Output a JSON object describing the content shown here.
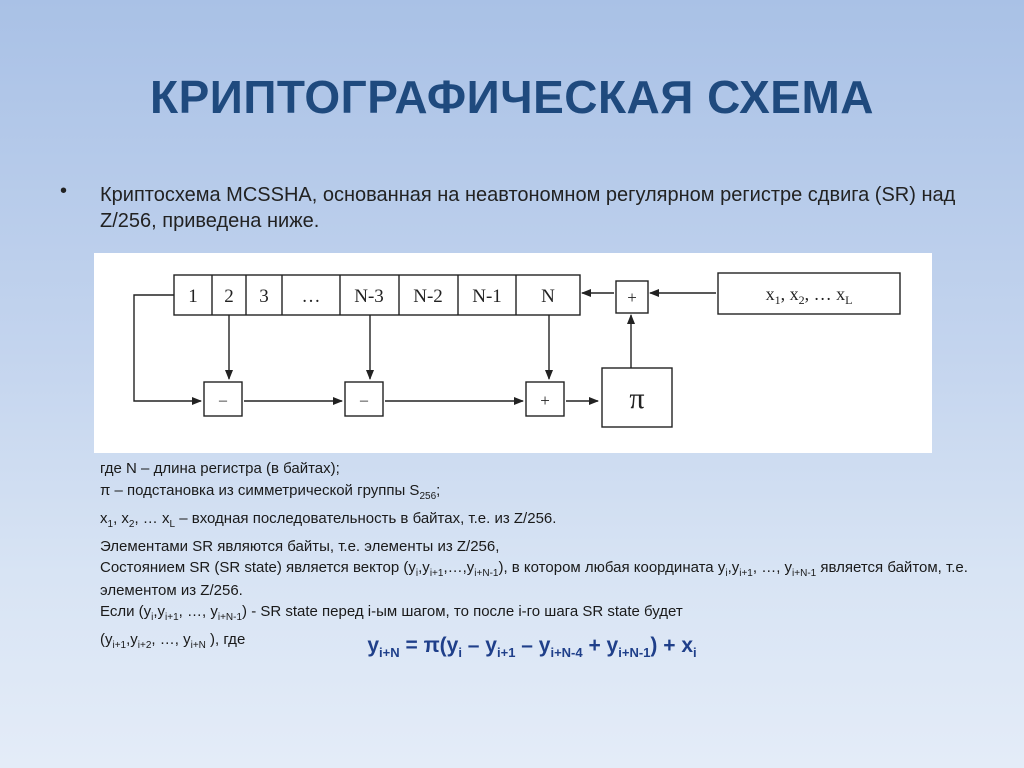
{
  "title": "КРИПТОГРАФИЧЕСКАЯ СХЕМА",
  "bullet": {
    "marker": "•",
    "text": "Криптосхема MCSSHA, основанная на неавтономном регулярном регистре сдвига (SR) над Z/256, приведена ниже."
  },
  "diagram": {
    "register_cells": [
      "1",
      "2",
      "3",
      "…",
      "N-3",
      "N-2",
      "N-1",
      "N"
    ],
    "op_minus_1": "–",
    "op_minus_2": "–",
    "op_plus_bottom": "+",
    "op_plus_top": "+",
    "pi_box": "π",
    "input": {
      "x1": "x",
      "s1": "1",
      "x2": "x",
      "s2": "2",
      "dots": "…",
      "xL": "x",
      "sL": "L"
    }
  },
  "notes": {
    "line1": "где N – длина регистра (в байтах);",
    "line2_a": "π – подстановка из симметрической группы S",
    "line2_sub": "256",
    "line2_b": ";",
    "line3_x": "x",
    "line3_s1": "1",
    "line3_s2": "2",
    "line3_sL": "L",
    "line3_rest": " – входная последовательность в байтах, т.е. из Z/256.",
    "line4": "Элементами SR являются байты, т.е. элементы из Z/256,",
    "line5_a": "Состоянием SR (SR state) является вектор (y",
    "line5_b": "), в котором любая координата y",
    "line5_c": " является байтом, т.е. элементом из Z/256.",
    "line6_a": "Если (y",
    "line6_b": ") - SR state перед i-ым шагом, то после  i-го шага SR state будет",
    "line7_a": "(y",
    "line7_b": " ),        где"
  },
  "formula": {
    "y": "y",
    "sub_iN": "i+N",
    "eq": " = π(y",
    "sub_i": "i",
    "m1": " – y",
    "sub_i1": "i+1",
    "m2": " – y",
    "sub_iN4": "i+N-4",
    "p1": " + y",
    "sub_iN1": "i+N-1",
    "p2": ") + x",
    "sub_xi": "i"
  }
}
